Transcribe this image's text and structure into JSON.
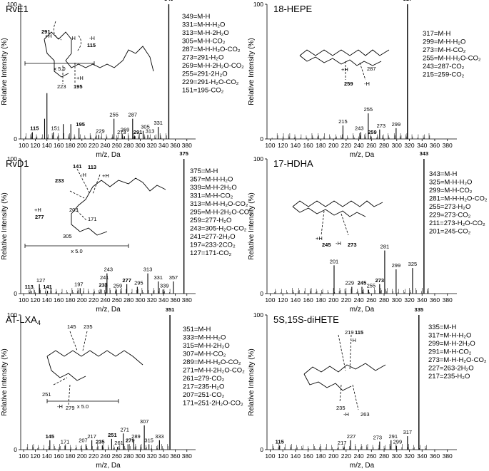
{
  "chart_data": [
    {
      "type": "bar",
      "title": "RvE1",
      "xlabel": "m/z, Da",
      "ylabel": "Relative Intensity (%)",
      "xlim": [
        95,
        395
      ],
      "ylim": [
        0,
        100
      ],
      "xticks": [
        100,
        120,
        140,
        160,
        180,
        200,
        220,
        240,
        260,
        280,
        300,
        320,
        340,
        360,
        380
      ],
      "yticks": [
        0,
        100
      ],
      "zoom_label": "x 5.0",
      "fragment_labels": [
        "291",
        "-H",
        "+H",
        "115",
        "-H",
        "+H",
        "223",
        "195"
      ],
      "peaks": [
        {
          "mz": 115,
          "value": 5,
          "label": "115",
          "bold": true
        },
        {
          "mz": 136,
          "value": 15,
          "label": "",
          "bold": false
        },
        {
          "mz": 140,
          "value": 34,
          "label": "",
          "bold": false
        },
        {
          "mz": 151,
          "value": 5,
          "label": "151",
          "bold": false
        },
        {
          "mz": 168,
          "value": 11,
          "label": "",
          "bold": false
        },
        {
          "mz": 181,
          "value": 11,
          "label": "",
          "bold": false
        },
        {
          "mz": 195,
          "value": 8,
          "label": "195",
          "bold": true
        },
        {
          "mz": 229,
          "value": 3,
          "label": "229",
          "bold": false
        },
        {
          "mz": 255,
          "value": 15,
          "label": "255",
          "bold": false
        },
        {
          "mz": 269,
          "value": 4,
          "label": "269",
          "bold": false
        },
        {
          "mz": 273,
          "value": 2,
          "label": "273",
          "bold": false
        },
        {
          "mz": 287,
          "value": 15,
          "label": "287",
          "bold": false
        },
        {
          "mz": 291,
          "value": 2,
          "label": "291",
          "bold": true
        },
        {
          "mz": 305,
          "value": 6,
          "label": "305",
          "bold": false
        },
        {
          "mz": 313,
          "value": 3,
          "label": "313",
          "bold": false
        },
        {
          "mz": 331,
          "value": 9,
          "label": "331",
          "bold": false
        },
        {
          "mz": 349,
          "value": 100,
          "label": "349",
          "bold": true
        }
      ],
      "annotations": [
        "349=M-H",
        "331=M-H-H2O",
        "313=M-H-2H2O",
        "305=M-H-CO2",
        "287=M-H-H2O-CO2",
        "273=291-H2O",
        "269=M-H-2H2O-CO2",
        "255=291-2H2O",
        "229=291-H2O-CO2",
        "151=195-CO2"
      ]
    },
    {
      "type": "bar",
      "title": "18-HEPE",
      "xlabel": "m/z, Da",
      "ylabel": "Relative Intensity (%)",
      "xlim": [
        95,
        395
      ],
      "ylim": [
        0,
        100
      ],
      "xticks": [
        100,
        120,
        140,
        160,
        180,
        200,
        220,
        240,
        260,
        280,
        300,
        320,
        340,
        360,
        380
      ],
      "yticks": [
        0,
        100
      ],
      "zoom_label": "",
      "fragment_labels": [
        "+H",
        "287",
        "259",
        "-H"
      ],
      "peaks": [
        {
          "mz": 215,
          "value": 10,
          "label": "215",
          "bold": false
        },
        {
          "mz": 243,
          "value": 5,
          "label": "243",
          "bold": false
        },
        {
          "mz": 255,
          "value": 19,
          "label": "255",
          "bold": false
        },
        {
          "mz": 259,
          "value": 2,
          "label": "259",
          "bold": true
        },
        {
          "mz": 273,
          "value": 7,
          "label": "273",
          "bold": false
        },
        {
          "mz": 299,
          "value": 8,
          "label": "299",
          "bold": false
        },
        {
          "mz": 317,
          "value": 100,
          "label": "317",
          "bold": true
        }
      ],
      "annotations": [
        "317=M-H",
        "299=M-H-H2O",
        "273=M-H-CO2",
        "255=M-H-H2O-CO2",
        "243=287-CO2",
        "215=259-CO2"
      ]
    },
    {
      "type": "bar",
      "title": "RvD1",
      "xlabel": "m/z, Da",
      "ylabel": "Relative Intensity (%)",
      "xlim": [
        95,
        395
      ],
      "ylim": [
        0,
        100
      ],
      "xticks": [
        100,
        120,
        140,
        160,
        180,
        200,
        220,
        240,
        260,
        280,
        300,
        320,
        340,
        360,
        380
      ],
      "yticks": [
        0,
        100
      ],
      "zoom_label": "x 5.0",
      "fragment_labels": [
        "141",
        "113",
        "-H",
        "+H",
        "233",
        "+H",
        "277",
        "203",
        "171",
        "305"
      ],
      "peaks": [
        {
          "mz": 113,
          "value": 2,
          "label": "113",
          "bold": true
        },
        {
          "mz": 127,
          "value": 7,
          "label": "127",
          "bold": false
        },
        {
          "mz": 141,
          "value": 2,
          "label": "141",
          "bold": true
        },
        {
          "mz": 197,
          "value": 4,
          "label": "197",
          "bold": false
        },
        {
          "mz": 233,
          "value": 3,
          "label": "233",
          "bold": true
        },
        {
          "mz": 241,
          "value": 8,
          "label": "241",
          "bold": false
        },
        {
          "mz": 243,
          "value": 15,
          "label": "243",
          "bold": false
        },
        {
          "mz": 259,
          "value": 3,
          "label": "259",
          "bold": false
        },
        {
          "mz": 277,
          "value": 7,
          "label": "277",
          "bold": true
        },
        {
          "mz": 295,
          "value": 5,
          "label": "295",
          "bold": false
        },
        {
          "mz": 313,
          "value": 15,
          "label": "313",
          "bold": false
        },
        {
          "mz": 331,
          "value": 9,
          "label": "331",
          "bold": false
        },
        {
          "mz": 339,
          "value": 3,
          "label": "339",
          "bold": false
        },
        {
          "mz": 357,
          "value": 9,
          "label": "357",
          "bold": false
        },
        {
          "mz": 375,
          "value": 100,
          "label": "375",
          "bold": true
        }
      ],
      "annotations": [
        "375=M-H",
        "357=M-H-H2O",
        "339=M-H-2H2O",
        "331=M-H-CO2",
        "313=M-H-H2O-CO2",
        "295=M-H-2H2O-CO2",
        "259=277-H2O",
        "243=305-H2O-CO2",
        "241=277-2H2O",
        "197=233-2CO2",
        "127=171-CO2"
      ]
    },
    {
      "type": "bar",
      "title": "17-HDHA",
      "xlabel": "m/z, Da",
      "ylabel": "Relative Intensity (%)",
      "xlim": [
        95,
        395
      ],
      "ylim": [
        0,
        100
      ],
      "xticks": [
        100,
        120,
        140,
        160,
        180,
        200,
        220,
        240,
        260,
        280,
        300,
        320,
        340,
        360,
        380
      ],
      "yticks": [
        0,
        100
      ],
      "zoom_label": "",
      "fragment_labels": [
        "+H",
        "245",
        "-H",
        "273"
      ],
      "peaks": [
        {
          "mz": 201,
          "value": 21,
          "label": "201",
          "bold": false
        },
        {
          "mz": 229,
          "value": 5,
          "label": "229",
          "bold": false
        },
        {
          "mz": 245,
          "value": 5,
          "label": "245",
          "bold": true
        },
        {
          "mz": 255,
          "value": 3,
          "label": "255",
          "bold": false
        },
        {
          "mz": 273,
          "value": 7,
          "label": "273",
          "bold": true
        },
        {
          "mz": 281,
          "value": 32,
          "label": "281",
          "bold": false
        },
        {
          "mz": 299,
          "value": 18,
          "label": "299",
          "bold": false
        },
        {
          "mz": 325,
          "value": 19,
          "label": "325",
          "bold": false
        },
        {
          "mz": 343,
          "value": 100,
          "label": "343",
          "bold": true
        }
      ],
      "annotations": [
        "343=M-H",
        "325=M-H-H2O",
        "299=M-H-CO2",
        "281=M-H-H2O-CO2",
        "255=273-H2O",
        "229=273-CO2",
        "211=273-H2O-CO2",
        "201=245-CO2"
      ]
    },
    {
      "type": "bar",
      "title": "AT-LXA",
      "title_subscript": "4",
      "xlabel": "m/z, Da",
      "ylabel": "Relative Intensity (%)",
      "xlim": [
        95,
        395
      ],
      "ylim": [
        0,
        100
      ],
      "xticks": [
        100,
        120,
        140,
        160,
        180,
        200,
        220,
        240,
        260,
        280,
        300,
        320,
        340,
        360,
        380
      ],
      "yticks": [
        0,
        100
      ],
      "zoom_label": "x 5.0",
      "fragment_labels": [
        "145",
        "235",
        "251",
        "-H",
        "279"
      ],
      "peaks": [
        {
          "mz": 145,
          "value": 7,
          "label": "145",
          "bold": true
        },
        {
          "mz": 171,
          "value": 3,
          "label": "171",
          "bold": false
        },
        {
          "mz": 207,
          "value": 4,
          "label": "207",
          "bold": false
        },
        {
          "mz": 217,
          "value": 7,
          "label": "217",
          "bold": false
        },
        {
          "mz": 235,
          "value": 3,
          "label": "235",
          "bold": true
        },
        {
          "mz": 251,
          "value": 8,
          "label": "251",
          "bold": true
        },
        {
          "mz": 261,
          "value": 2,
          "label": "261",
          "bold": false
        },
        {
          "mz": 271,
          "value": 12,
          "label": "271",
          "bold": false
        },
        {
          "mz": 279,
          "value": 4,
          "label": "279",
          "bold": true
        },
        {
          "mz": 289,
          "value": 7,
          "label": "289",
          "bold": false
        },
        {
          "mz": 307,
          "value": 18,
          "label": "307",
          "bold": false
        },
        {
          "mz": 315,
          "value": 4,
          "label": "315",
          "bold": false
        },
        {
          "mz": 333,
          "value": 7,
          "label": "333",
          "bold": false
        },
        {
          "mz": 351,
          "value": 100,
          "label": "351",
          "bold": true
        }
      ],
      "annotations": [
        "351=M-H",
        "333=M-H-H2O",
        "315=M-H-2H2O",
        "307=M-H-CO2",
        "289=M-H-H2O-CO2",
        "271=M-H-2H2O-CO2",
        "261=279-CO2",
        "217=235-H2O",
        "207=251-CO2",
        "171=251-2H2O-CO2"
      ]
    },
    {
      "type": "bar",
      "title": "5S,15S-diHETE",
      "xlabel": "m/z, Da",
      "ylabel": "Relative Intensity (%)",
      "xlim": [
        95,
        395
      ],
      "ylim": [
        0,
        100
      ],
      "xticks": [
        100,
        120,
        140,
        160,
        180,
        200,
        220,
        240,
        260,
        280,
        300,
        320,
        340,
        360,
        380
      ],
      "yticks": [
        0,
        100
      ],
      "zoom_label": "",
      "fragment_labels": [
        "219",
        "115",
        "-H",
        "235",
        "-H",
        "263"
      ],
      "peaks": [
        {
          "mz": 115,
          "value": 3,
          "label": "115",
          "bold": true
        },
        {
          "mz": 217,
          "value": 2,
          "label": "217",
          "bold": false
        },
        {
          "mz": 227,
          "value": 7,
          "label": "227",
          "bold": false
        },
        {
          "mz": 273,
          "value": 6,
          "label": "273",
          "bold": false
        },
        {
          "mz": 291,
          "value": 7,
          "label": "291",
          "bold": false
        },
        {
          "mz": 299,
          "value": 3,
          "label": "299",
          "bold": false
        },
        {
          "mz": 317,
          "value": 10,
          "label": "317",
          "bold": false
        },
        {
          "mz": 335,
          "value": 100,
          "label": "335",
          "bold": true
        }
      ],
      "annotations": [
        "335=M-H",
        "317=M-H-H2O",
        "299=M-H-2H2O",
        "291=M-H-CO2",
        "273=M-H-H2O-CO2",
        "227=263-2H2O",
        "217=235-H2O"
      ]
    }
  ]
}
